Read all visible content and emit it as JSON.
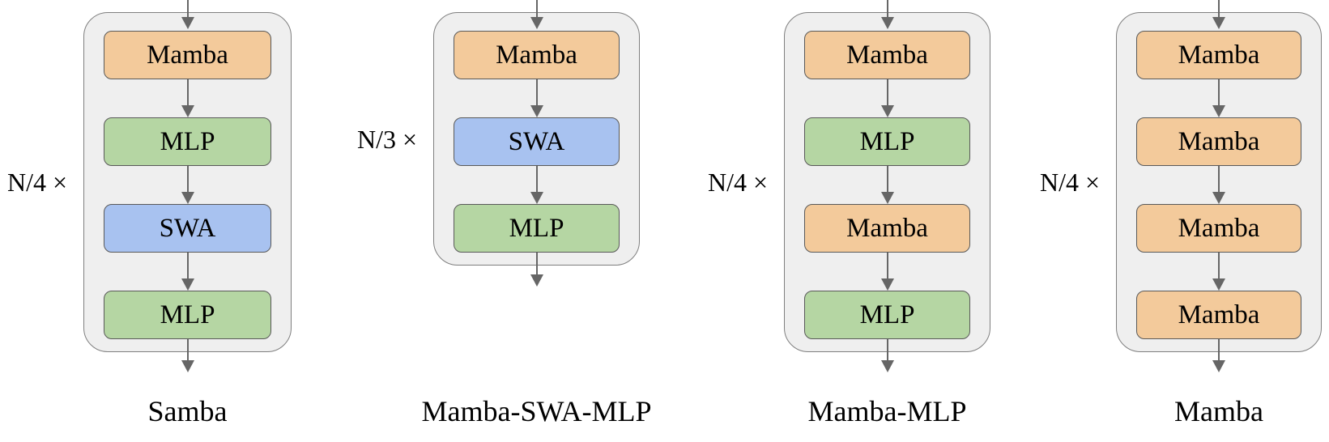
{
  "figure": {
    "colors": {
      "mamba_block": "#f3ca9b",
      "mlp_block": "#b5d6a3",
      "swa_block": "#a8c2f0",
      "container_bg": "#efefef",
      "container_border": "#7f7f7f",
      "block_border": "#595959",
      "arrow": "#666666",
      "text": "#000000"
    },
    "diagrams": [
      {
        "name": "Samba",
        "multiplier": "N/4 ×",
        "blocks": [
          {
            "label": "Mamba",
            "type": "mamba"
          },
          {
            "label": "MLP",
            "type": "mlp"
          },
          {
            "label": "SWA",
            "type": "swa"
          },
          {
            "label": "MLP",
            "type": "mlp"
          }
        ]
      },
      {
        "name": "Mamba-SWA-MLP",
        "multiplier": "N/3 ×",
        "blocks": [
          {
            "label": "Mamba",
            "type": "mamba"
          },
          {
            "label": "SWA",
            "type": "swa"
          },
          {
            "label": "MLP",
            "type": "mlp"
          }
        ]
      },
      {
        "name": "Mamba-MLP",
        "multiplier": "N/4 ×",
        "blocks": [
          {
            "label": "Mamba",
            "type": "mamba"
          },
          {
            "label": "MLP",
            "type": "mlp"
          },
          {
            "label": "Mamba",
            "type": "mamba"
          },
          {
            "label": "MLP",
            "type": "mlp"
          }
        ]
      },
      {
        "name": "Mamba",
        "multiplier": "N/4 ×",
        "blocks": [
          {
            "label": "Mamba",
            "type": "mamba"
          },
          {
            "label": "Mamba",
            "type": "mamba"
          },
          {
            "label": "Mamba",
            "type": "mamba"
          },
          {
            "label": "Mamba",
            "type": "mamba"
          }
        ]
      }
    ]
  }
}
